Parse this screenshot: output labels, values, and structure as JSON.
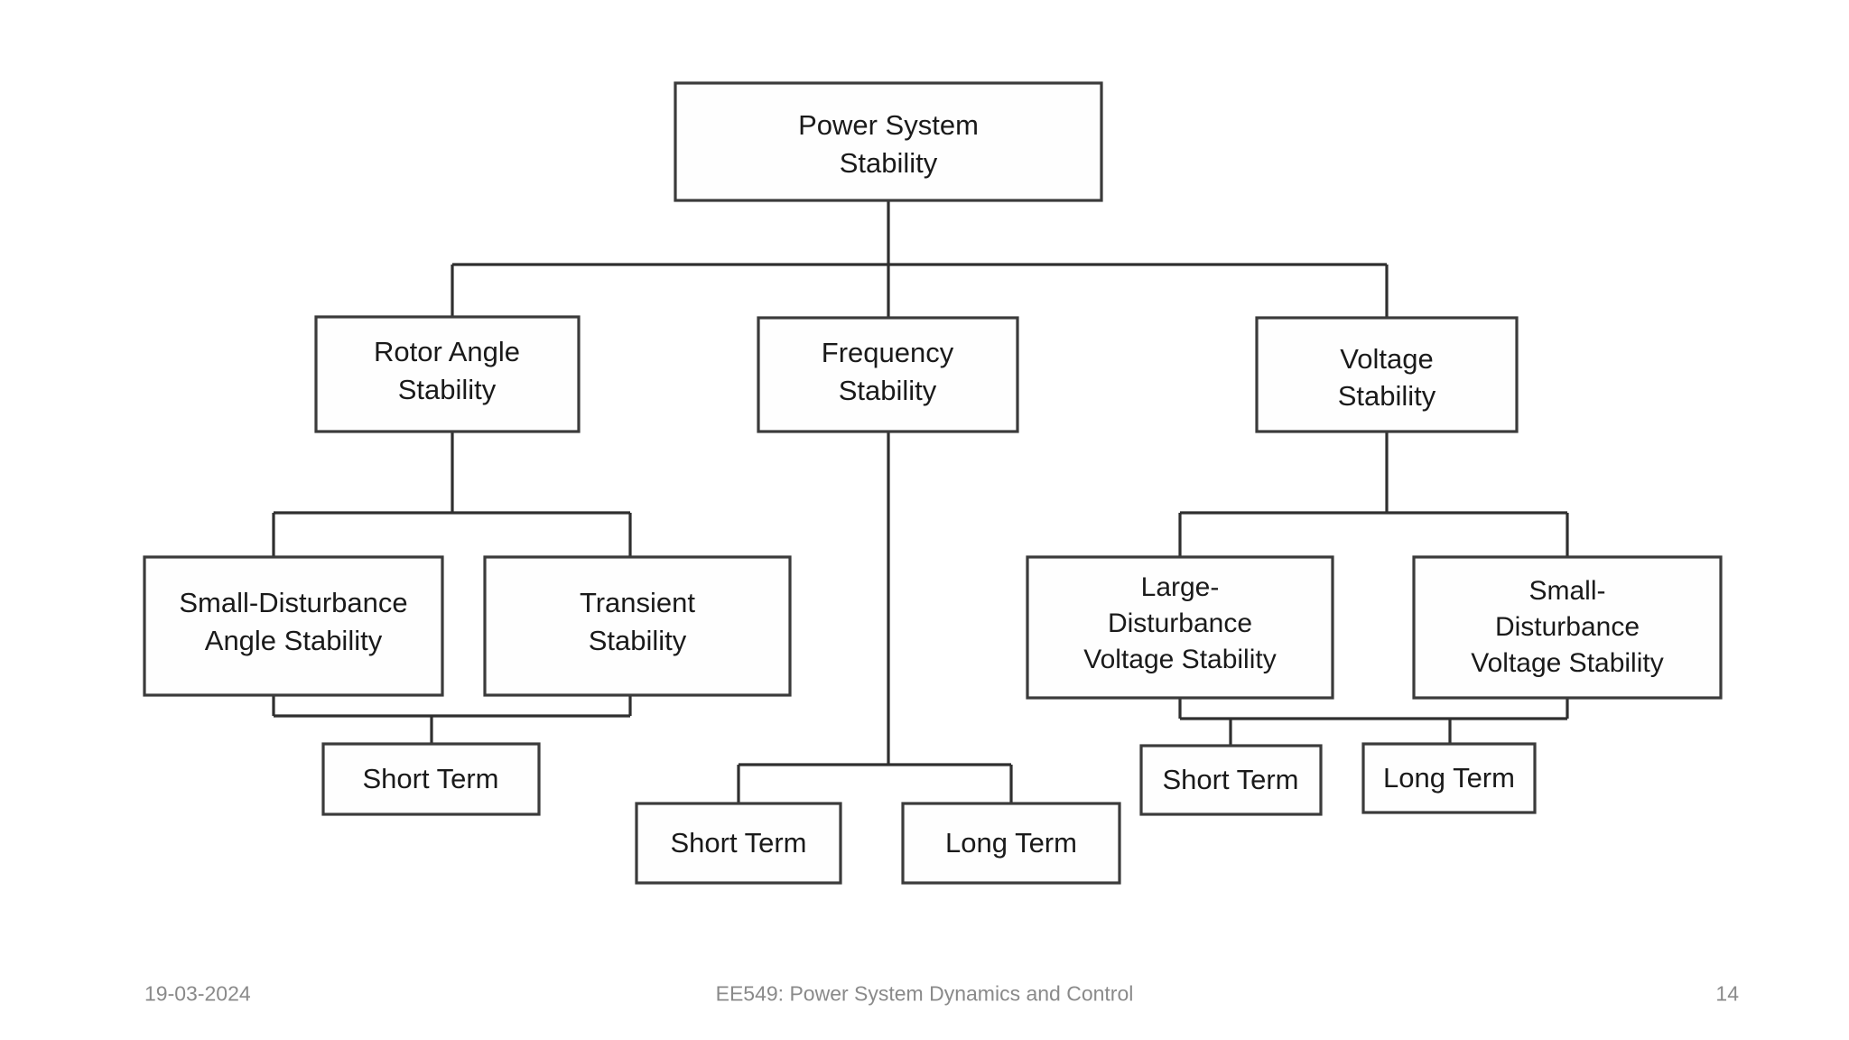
{
  "slide": {
    "title_node": "Power System Stability",
    "background": "#ffffff",
    "line_color": "#2f2f2f",
    "text_color": "#1a1a1a",
    "footer_color": "#8a8a8a"
  },
  "diagram": {
    "type": "hierarchy-tree",
    "root": {
      "id": "power-system-stability",
      "lines": [
        "Power System",
        "Stability"
      ]
    },
    "level2": [
      {
        "id": "rotor-angle-stability",
        "lines": [
          "Rotor Angle",
          "Stability"
        ]
      },
      {
        "id": "frequency-stability",
        "lines": [
          "Frequency",
          "Stability"
        ]
      },
      {
        "id": "voltage-stability",
        "lines": [
          "Voltage",
          "Stability"
        ]
      }
    ],
    "level3": [
      {
        "id": "small-disturbance-angle-stability",
        "lines": [
          "Small-Disturbance",
          "Angle Stability"
        ],
        "parent": "rotor-angle-stability"
      },
      {
        "id": "transient-stability",
        "lines": [
          "Transient",
          "Stability"
        ],
        "parent": "rotor-angle-stability"
      },
      {
        "id": "large-disturbance-voltage-stability",
        "lines": [
          "Large-",
          "Disturbance",
          "Voltage Stability"
        ],
        "parent": "voltage-stability"
      },
      {
        "id": "small-disturbance-voltage-stability",
        "lines": [
          "Small-",
          "Disturbance",
          "Voltage Stability"
        ],
        "parent": "voltage-stability"
      }
    ],
    "level4": [
      {
        "id": "angle-short-term",
        "lines": [
          "Short Term"
        ],
        "parent": "rotor-angle-branch"
      },
      {
        "id": "frequency-short-term",
        "lines": [
          "Short Term"
        ],
        "parent": "frequency-stability"
      },
      {
        "id": "frequency-long-term",
        "lines": [
          "Long  Term"
        ],
        "parent": "frequency-stability"
      },
      {
        "id": "voltage-short-term",
        "lines": [
          "Short Term"
        ],
        "parent": "large-disturbance-voltage-stability"
      },
      {
        "id": "voltage-long-term",
        "lines": [
          "Long Term"
        ],
        "parent": "small-disturbance-voltage-stability"
      }
    ]
  },
  "footer": {
    "date": "19-03-2024",
    "course": "EE549: Power System Dynamics and Control",
    "page_number": "14"
  }
}
